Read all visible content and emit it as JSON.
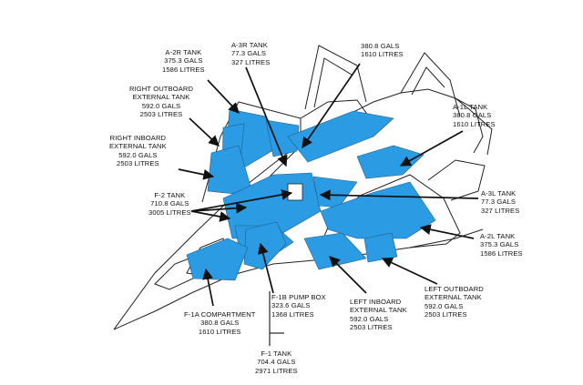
{
  "colors": {
    "tank_fill": "#2b9be3",
    "outline": "#222222",
    "background": "#ffffff"
  },
  "labels": {
    "a2r": [
      "A-2R TANK",
      "375.3 GALS",
      "1586 LITRES"
    ],
    "a3r": [
      "A-3R TANK",
      "77.3 GALS",
      "327 LITRES"
    ],
    "top": [
      "380.8 GALS",
      "1610 LITRES"
    ],
    "rob": [
      "RIGHT OUTBOARD",
      "EXTERNAL TANK",
      "592.0 GALS",
      "2503 LITRES"
    ],
    "rib": [
      "RIGHT INBOARD",
      "EXTERNAL TANK",
      "592.0 GALS",
      "2503 LITRES"
    ],
    "a1l": [
      "A-1L TANK",
      "380.8 GALS",
      "1610 LITRES"
    ],
    "f2": [
      "F-2 TANK",
      "710.8 GALS",
      "3005 LITRES"
    ],
    "a3l": [
      "A-3L TANK",
      "77.3 GALS",
      "327 LITRES"
    ],
    "a2l": [
      "A-2L TANK",
      "375.3 GALS",
      "1586 LITRES"
    ],
    "lob": [
      "LEFT OUTBOARD",
      "EXTERNAL TANK",
      "592.0 GALS",
      "2503 LITRES"
    ],
    "f1b": [
      "F-1B PUMP BOX",
      "323.6 GALS",
      "1368 LITRES"
    ],
    "lib": [
      "LEFT INBOARD",
      "EXTERNAL TANK",
      "592.0 GALS",
      "2503 LITRES"
    ],
    "f1a": [
      "F-1A COMPARTMENT",
      "380.8 GALS",
      "1610 LITRES"
    ],
    "f1": [
      "F-1 TANK",
      "704.4 GALS",
      "2971 LITRES"
    ]
  }
}
